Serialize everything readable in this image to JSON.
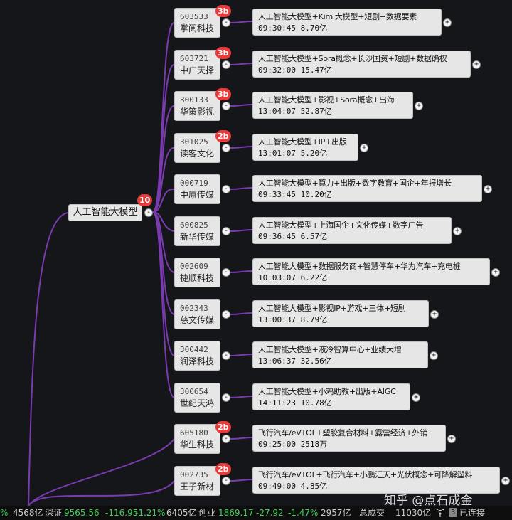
{
  "root": {
    "label": "人工智能大模型",
    "badge": "10",
    "toggle": "-"
  },
  "stocks": [
    {
      "code": "603533",
      "name": "掌阅科技",
      "badge": "3b",
      "tags": "人工智能大模型+Kimi大模型+短剧+数据要素",
      "meta": "09:30:45 8.70亿"
    },
    {
      "code": "603721",
      "name": "中广天择",
      "badge": "3b",
      "tags": "人工智能大模型+Sora概念+长沙国资+短剧+数据确权",
      "meta": "09:32:00 15.47亿"
    },
    {
      "code": "300133",
      "name": "华策影视",
      "badge": "3b",
      "tags": "人工智能大模型+影视+Sora概念+出海",
      "meta": "13:04:07 52.87亿"
    },
    {
      "code": "301025",
      "name": "读客文化",
      "badge": "2b",
      "tags": "人工智能大模型+IP+出版",
      "meta": "13:01:07 5.20亿"
    },
    {
      "code": "000719",
      "name": "中原传媒",
      "badge": "",
      "tags": "人工智能大模型+算力+出版+数字教育+国企+年报增长",
      "meta": "09:33:45 10.20亿"
    },
    {
      "code": "600825",
      "name": "新华传媒",
      "badge": "",
      "tags": "人工智能大模型+上海国企+文化传媒+数字广告",
      "meta": "09:36:45 6.57亿"
    },
    {
      "code": "002609",
      "name": "捷顺科技",
      "badge": "",
      "tags": "人工智能大模型+数据服务商+智慧停车+华为汽车+充电桩",
      "meta": "10:03:07 6.22亿"
    },
    {
      "code": "002343",
      "name": "慈文传媒",
      "badge": "",
      "tags": "人工智能大模型+影视IP+游戏+三体+短剧",
      "meta": "13:00:37 8.79亿"
    },
    {
      "code": "300442",
      "name": "润泽科技",
      "badge": "",
      "tags": "人工智能大模型+液冷智算中心+业绩大增",
      "meta": "13:06:37 32.56亿"
    },
    {
      "code": "300654",
      "name": "世纪天鸿",
      "badge": "",
      "tags": "人工智能大模型+小鸡助教+出版+AIGC",
      "meta": "14:11:23 10.78亿"
    },
    {
      "code": "605180",
      "name": "华生科技",
      "badge": "2b",
      "tags": "飞行汽车/eVTOL+塑胶复合材料+露营经济+外销",
      "meta": "09:25:00 2518万"
    },
    {
      "code": "002735",
      "name": "王子新材",
      "badge": "2b",
      "tags": "飞行汽车/eVTOL+飞行汽车+小鹏汇天+光伏概念+可降解塑料",
      "meta": "09:49:00 4.85亿"
    }
  ],
  "toggles": {
    "collapse": "-",
    "expand": "+"
  },
  "watermark": "知乎 @点石成金",
  "status_bar": {
    "pct_fragment": "%",
    "sh_amount": "4568亿",
    "sz_label": "深证",
    "sz_index": "9565.56",
    "sz_change": "-116.95",
    "sz_pct": "-1.21%",
    "sz_amount": "6405亿",
    "cy_label": "创业",
    "cy_index": "1869.17",
    "cy_change": "-27.92",
    "cy_pct": "-1.47%",
    "cy_amount": "2957亿",
    "total_label": "总成交",
    "total_amount": "11030亿",
    "conn_count": "3",
    "conn_status": "已连接"
  },
  "colors": {
    "line": "#7b3bb0",
    "badge": "#e53b3b",
    "down": "#3fcf5a",
    "background": "#15161a"
  }
}
